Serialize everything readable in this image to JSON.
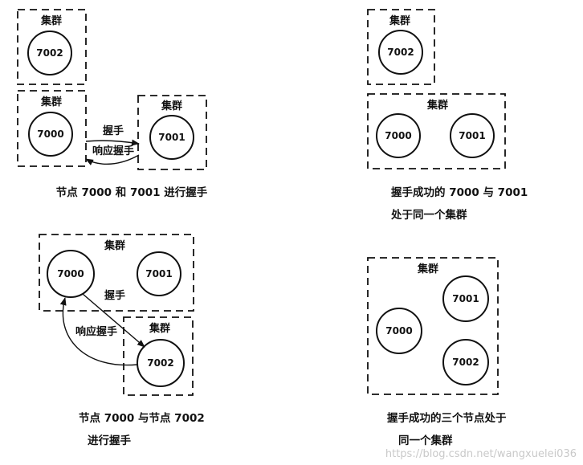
{
  "cluster_label": "集群",
  "handshake_label": "握手",
  "response_label": "响应握手",
  "nodes": {
    "n7000": "7000",
    "n7001": "7001",
    "n7002": "7002"
  },
  "captions": {
    "p1": "节点 7000 和 7001 进行握手",
    "p2_line1": "握手成功的 7000 与 7001",
    "p2_line2": "处于同一个集群",
    "p3_line1": "节点 7000 与节点 7002",
    "p3_line2": "进行握手",
    "p4_line1": "握手成功的三个节点处于",
    "p4_line2": "同一个集群"
  },
  "watermark": "https://blog.csdn.net/wangxuelei036"
}
